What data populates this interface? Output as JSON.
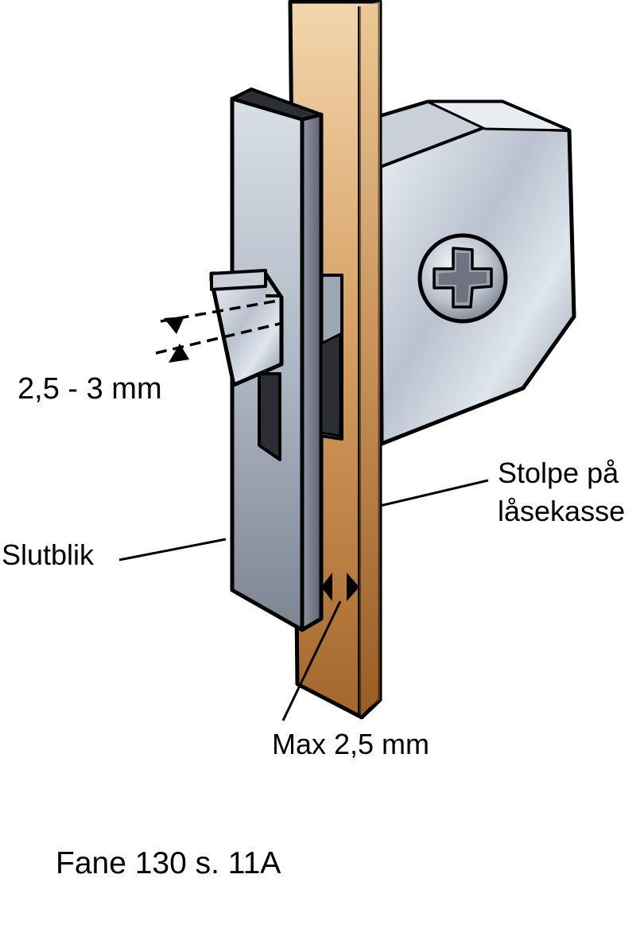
{
  "labels": {
    "gap_dimension": "2,5 - 3 mm",
    "post_line1": "Stolpe på",
    "post_line2": "låsekasse",
    "strike_plate": "Slutblik",
    "max_gap": "Max 2,5 mm",
    "reference": "Fane 130 s. 11A"
  },
  "colors": {
    "wood_light": "#f1cf9f",
    "wood_dark": "#a86a2c",
    "steel_light": "#e6ebf1",
    "steel_mid": "#b9c2cf",
    "steel_dark": "#6d7480",
    "outline": "#000000"
  },
  "icons": {
    "screw_head": "phillips-screw-icon",
    "arrow_left": "arrow-left-icon",
    "arrow_right": "arrow-right-icon",
    "arrow_down": "arrow-down-icon",
    "arrow_up": "arrow-up-icon"
  }
}
